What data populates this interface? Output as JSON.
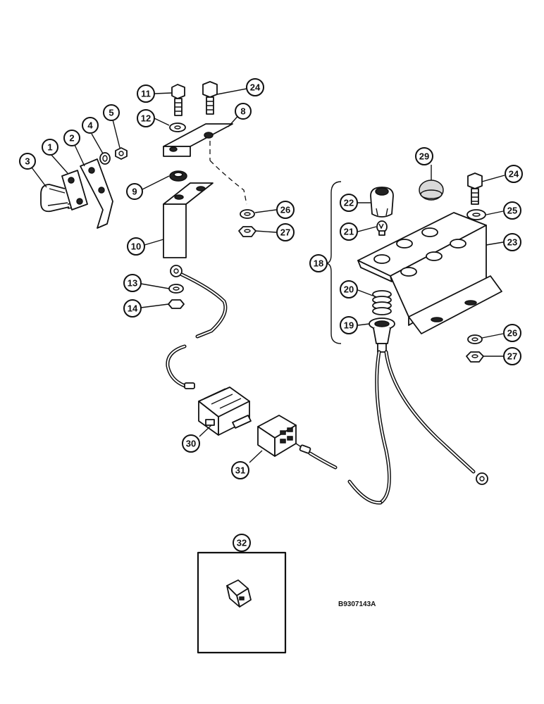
{
  "callouts": [
    {
      "id": "1",
      "label": "1"
    },
    {
      "id": "2",
      "label": "2"
    },
    {
      "id": "3",
      "label": "3"
    },
    {
      "id": "4",
      "label": "4"
    },
    {
      "id": "5",
      "label": "5"
    },
    {
      "id": "8",
      "label": "8"
    },
    {
      "id": "9",
      "label": "9"
    },
    {
      "id": "10",
      "label": "10"
    },
    {
      "id": "11",
      "label": "11"
    },
    {
      "id": "12",
      "label": "12"
    },
    {
      "id": "13",
      "label": "13"
    },
    {
      "id": "14",
      "label": "14"
    },
    {
      "id": "18",
      "label": "18"
    },
    {
      "id": "19",
      "label": "19"
    },
    {
      "id": "20",
      "label": "20"
    },
    {
      "id": "21",
      "label": "21"
    },
    {
      "id": "22",
      "label": "22"
    },
    {
      "id": "23",
      "label": "23"
    },
    {
      "id": "24a",
      "label": "24"
    },
    {
      "id": "24b",
      "label": "24"
    },
    {
      "id": "25",
      "label": "25"
    },
    {
      "id": "26a",
      "label": "26"
    },
    {
      "id": "26b",
      "label": "26"
    },
    {
      "id": "27a",
      "label": "27"
    },
    {
      "id": "27b",
      "label": "27"
    },
    {
      "id": "29",
      "label": "29"
    },
    {
      "id": "30",
      "label": "30"
    },
    {
      "id": "31",
      "label": "31"
    },
    {
      "id": "32",
      "label": "32"
    }
  ],
  "reference_code": "B9307143A"
}
